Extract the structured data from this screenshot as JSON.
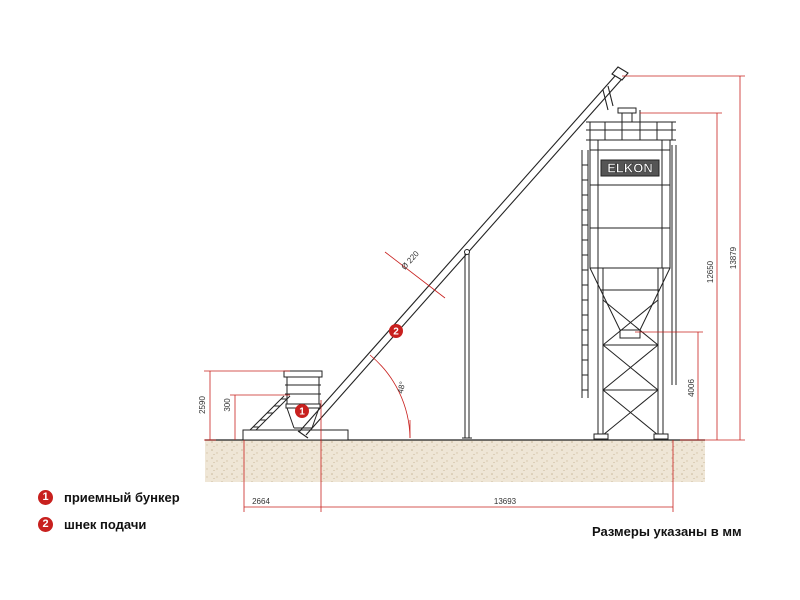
{
  "brand": "ELKON",
  "colors": {
    "dimension": "#c8201e",
    "structure": "#222222",
    "ground": "#e8dcc8",
    "callout": "#c8201e"
  },
  "legend": [
    {
      "number": "1",
      "label": "приемный бункер"
    },
    {
      "number": "2",
      "label": "шнек подачи"
    }
  ],
  "units_note": "Размеры указаны в мм",
  "dimensions": {
    "hopper_height": "2590",
    "hopper_inlet": "300",
    "hopper_width": "2664",
    "horizontal_length": "13693",
    "screw_diameter": "Ø 220",
    "screw_angle": "48°",
    "silo_height": "12650",
    "total_height": "13879",
    "support_height": "4006"
  }
}
